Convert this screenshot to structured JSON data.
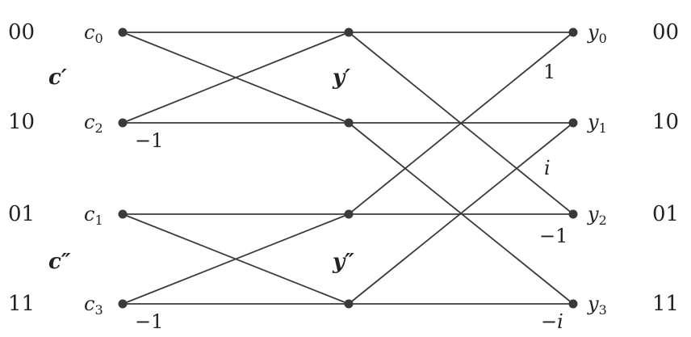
{
  "left_bits": [
    "00",
    "10",
    "01",
    "11"
  ],
  "right_bits": [
    "00",
    "10",
    "01",
    "11"
  ],
  "inputs": [
    {
      "name": "c",
      "sub": "0"
    },
    {
      "name": "c",
      "sub": "2"
    },
    {
      "name": "c",
      "sub": "1"
    },
    {
      "name": "c",
      "sub": "3"
    }
  ],
  "outputs": [
    {
      "name": "y",
      "sub": "0"
    },
    {
      "name": "y",
      "sub": "1"
    },
    {
      "name": "y",
      "sub": "2"
    },
    {
      "name": "y",
      "sub": "3"
    }
  ],
  "group_labels": {
    "c_prime": "c′",
    "c_double_prime": "c″",
    "y_prime": "y′",
    "y_double_prime": "y″"
  },
  "weights": {
    "stage1_row1": "−1",
    "stage1_row3": "−1",
    "stage2_to_y0": "1",
    "stage2_to_y1": "i",
    "stage2_row2": "−1",
    "stage2_row3": "−i"
  }
}
